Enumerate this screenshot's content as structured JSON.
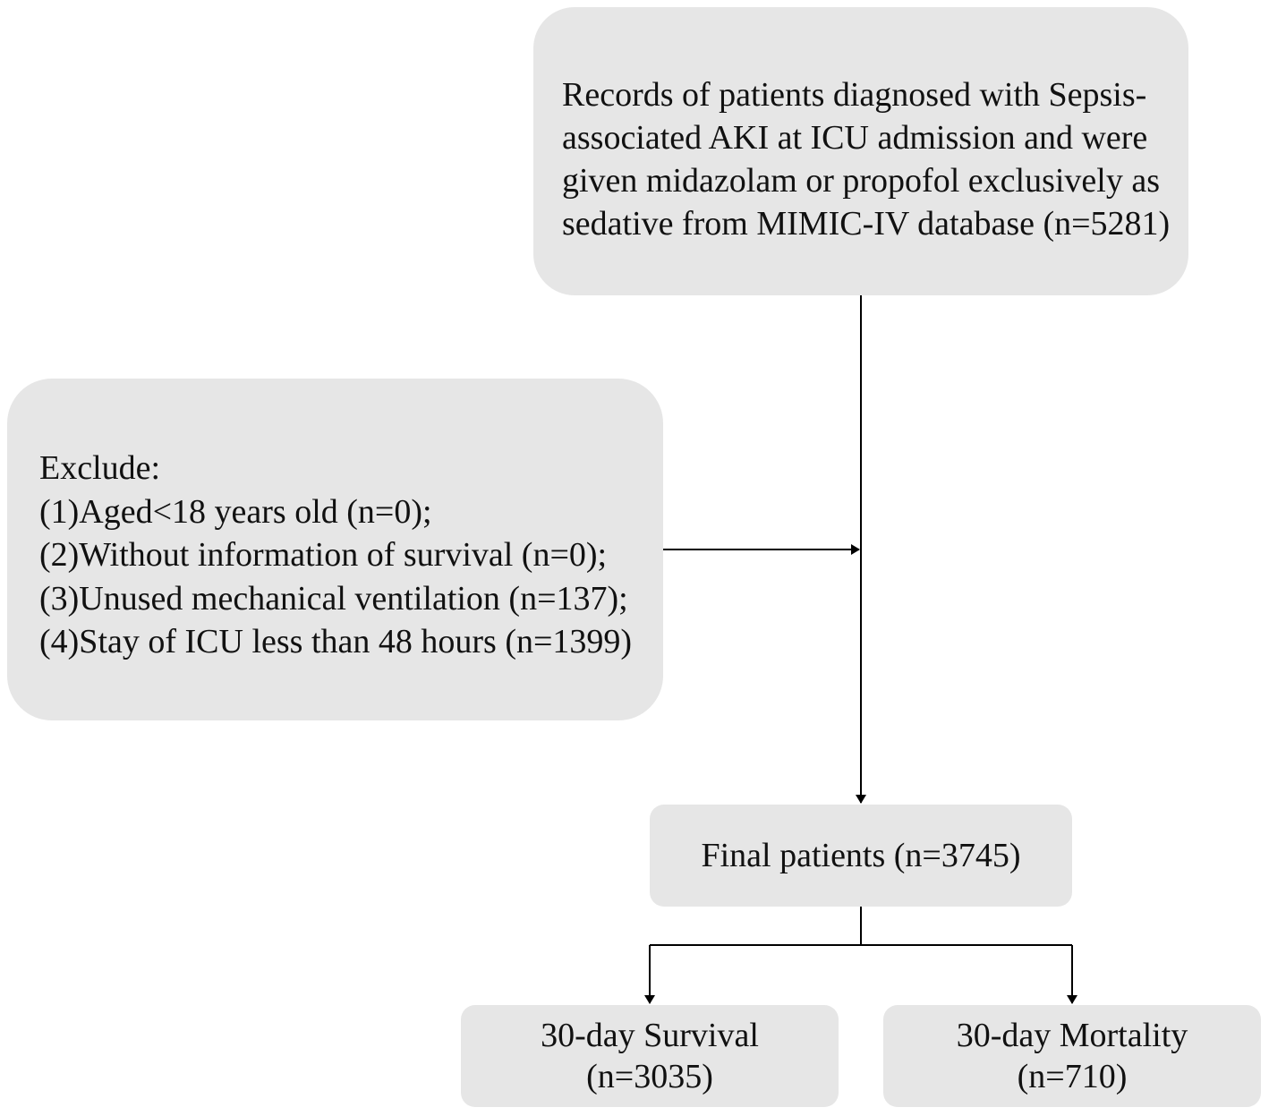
{
  "boxes": {
    "records": {
      "lines": [
        "Records of patients diagnosed with Sepsis-",
        "associated AKI at ICU admission and were",
        "given midazolam or propofol exclusively as",
        "sedative from MIMIC-IV database (n=5281)"
      ]
    },
    "exclude": {
      "lines": [
        "Exclude:",
        "(1)Aged<18 years old (n=0);",
        "(2)Without information of survival (n=0);",
        "(3)Unused mechanical ventilation (n=137);",
        "(4)Stay of ICU less than 48 hours (n=1399)"
      ]
    },
    "final": {
      "label": "Final patients (n=3745)"
    },
    "survival": {
      "lines": [
        "30-day Survival",
        "(n=3035)"
      ]
    },
    "mortality": {
      "lines": [
        "30-day Mortality",
        "(n=710)"
      ]
    }
  },
  "colors": {
    "box_fill": "#e6e6e6",
    "line": "#000000",
    "text": "#111111"
  }
}
